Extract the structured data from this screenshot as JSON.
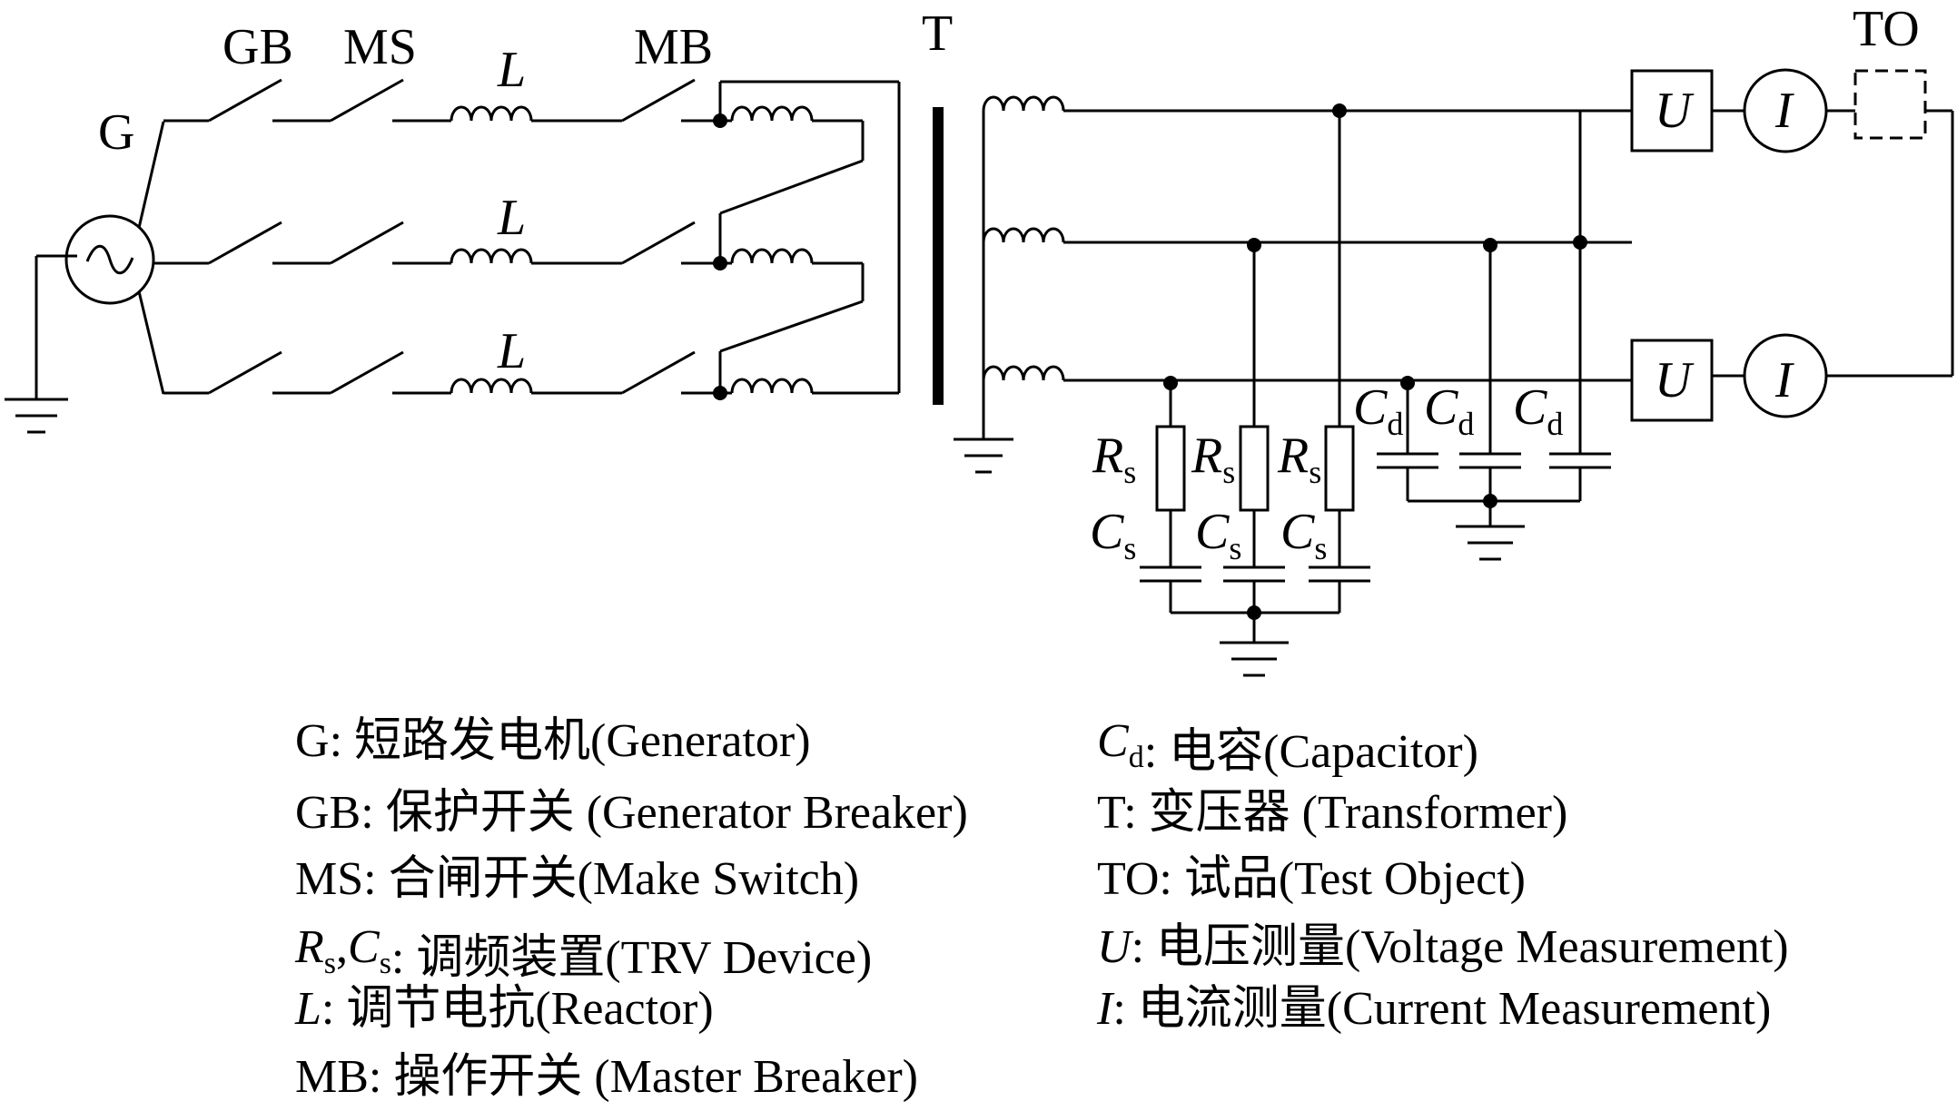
{
  "labels": {
    "G": "G",
    "GB": "GB",
    "MS": "MS",
    "L": "L",
    "MB": "MB",
    "T": "T",
    "TO": "TO",
    "U": "U",
    "I": "I",
    "R": "R",
    "C": "C",
    "sub_s": "s",
    "sub_d": "d"
  },
  "legend": {
    "left": [
      {
        "id": "G",
        "sym": "G",
        "sym_italic": false,
        "text": ": 短路发电机(Generator)"
      },
      {
        "id": "GB",
        "sym": "GB",
        "sym_italic": false,
        "text": ": 保护开关 (Generator Breaker)"
      },
      {
        "id": "MS",
        "sym": "MS",
        "sym_italic": false,
        "text": ": 合闸开关(Make Switch)"
      },
      {
        "id": "RsCs",
        "sym": "R",
        "sub1": "s",
        "sep": ",",
        "sym2": "C",
        "sub2": "s",
        "text": ": 调频装置(TRV Device)"
      },
      {
        "id": "L",
        "sym": "L",
        "sym_italic": true,
        "text": ": 调节电抗(Reactor)"
      },
      {
        "id": "MB",
        "sym": "MB",
        "sym_italic": false,
        "text": ": 操作开关   (Master Breaker)"
      }
    ],
    "right": [
      {
        "id": "Cd",
        "sym": "C",
        "sub1": "d",
        "sym_italic": true,
        "text": ": 电容(Capacitor)"
      },
      {
        "id": "T",
        "sym": "T",
        "sym_italic": false,
        "text": ": 变压器 (Transformer)"
      },
      {
        "id": "TO",
        "sym": "TO",
        "sym_italic": false,
        "text": ": 试品(Test Object)"
      },
      {
        "id": "U",
        "sym": "U",
        "sym_italic": true,
        "text": ": 电压测量(Voltage Measurement)"
      },
      {
        "id": "I",
        "sym": "I",
        "sym_italic": true,
        "text": ": 电流测量(Current Measurement)"
      }
    ]
  }
}
